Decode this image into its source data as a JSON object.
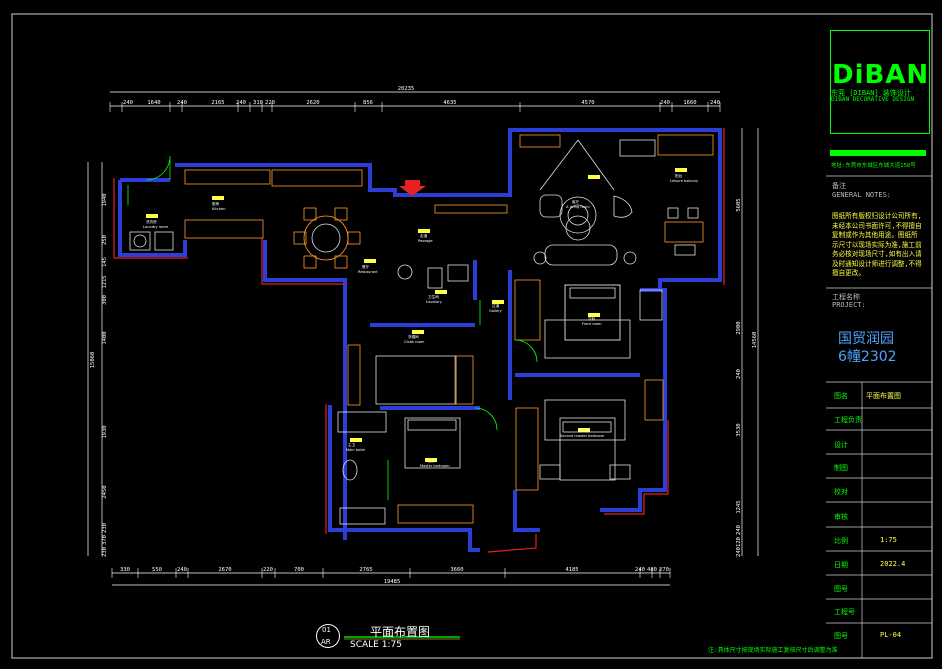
{
  "drawing": {
    "title_cn": "平面布置图",
    "scale": "SCALE 1:75",
    "detail_no": "01",
    "detail_sheet": "AR",
    "footnote": "注:具体尺寸按现场实际施工复核尺寸后调整为准",
    "overall_top": "20235",
    "overall_bottom": "19485",
    "overall_left": "15060",
    "overall_right": "14560",
    "top_dims": [
      "240",
      "1640",
      "240",
      "2165",
      "240",
      "310",
      "220",
      "2620",
      "856",
      "4635",
      "4570",
      "240",
      "1660",
      "240"
    ],
    "bottom_dims": [
      "330",
      "550",
      "240",
      "2670",
      "220",
      "700",
      "2765",
      "3660",
      "4185",
      "240",
      "480",
      "270"
    ],
    "left_dims": [
      "1940",
      "250",
      "145",
      "1215",
      "300",
      "1400",
      "1930",
      "2450",
      "230",
      "370",
      "230"
    ],
    "right_dims": [
      "5605",
      "2900",
      "240",
      "3530",
      "1245",
      "240",
      "120",
      "240"
    ],
    "rooms": [
      {
        "name": "厨房",
        "en": "Kitchen"
      },
      {
        "name": "洗衣房",
        "en": "Laundry room"
      },
      {
        "name": "餐厅",
        "en": "Restaurant"
      },
      {
        "name": "走道",
        "en": "Passage"
      },
      {
        "name": "客厅",
        "en": "A living room"
      },
      {
        "name": "阳台",
        "en": "Leisure balcony"
      },
      {
        "name": "卫生间",
        "en": "Lavatory"
      },
      {
        "name": "衣帽间",
        "en": "Cloak room"
      },
      {
        "name": "主卫",
        "en": "Main toilet"
      },
      {
        "name": "主卧",
        "en": "Master bedroom"
      },
      {
        "name": "次卧",
        "en": "Front room"
      },
      {
        "name": "老人房",
        "en": "Second master bedroom"
      },
      {
        "name": "过道",
        "en": "Gallery"
      }
    ]
  },
  "title_block": {
    "logo": "DiBAN",
    "logo_cn": "东莞 [DIBAN] 装饰设计",
    "logo_en": "DIBAN DECORATIVE DESIGN",
    "address": "地址:东莞市东城区东城大道158号",
    "notes_label": "备注",
    "notes_label_en": "GENERAL NOTES:",
    "notes_text": "图纸所有版权归设计公司所有,未经本公司书面许可,不得擅自复制或作为其他用途。图纸所示尺寸以现场实际为准,施工前务必核对现场尺寸,如有出入请及时通知设计师进行调整,不得擅自更改。",
    "project_label": "工程名称",
    "project_label_en": "PROJECT:",
    "project_name_1": "国贸润园",
    "project_name_2": "6幢2302",
    "rows": [
      {
        "label": "图名",
        "value": "平面布置图"
      },
      {
        "label": "工程负责",
        "value": ""
      },
      {
        "label": "设计",
        "value": ""
      },
      {
        "label": "制图",
        "value": ""
      },
      {
        "label": "校对",
        "value": ""
      },
      {
        "label": "审核",
        "value": ""
      },
      {
        "label": "比例",
        "value": "1:75"
      },
      {
        "label": "日期",
        "value": "2022.4"
      },
      {
        "label": "图号",
        "value": ""
      },
      {
        "label": "工程号",
        "value": ""
      },
      {
        "label": "图号",
        "value": "PL-04"
      }
    ]
  },
  "colors": {
    "wall": "#2b3fd6",
    "dim": "#ffffff",
    "furniture": "#e0e0e0",
    "accent_red": "#e52222",
    "green": "#00ff00",
    "yellow": "#ffff44",
    "orange": "#ff9a2a"
  }
}
